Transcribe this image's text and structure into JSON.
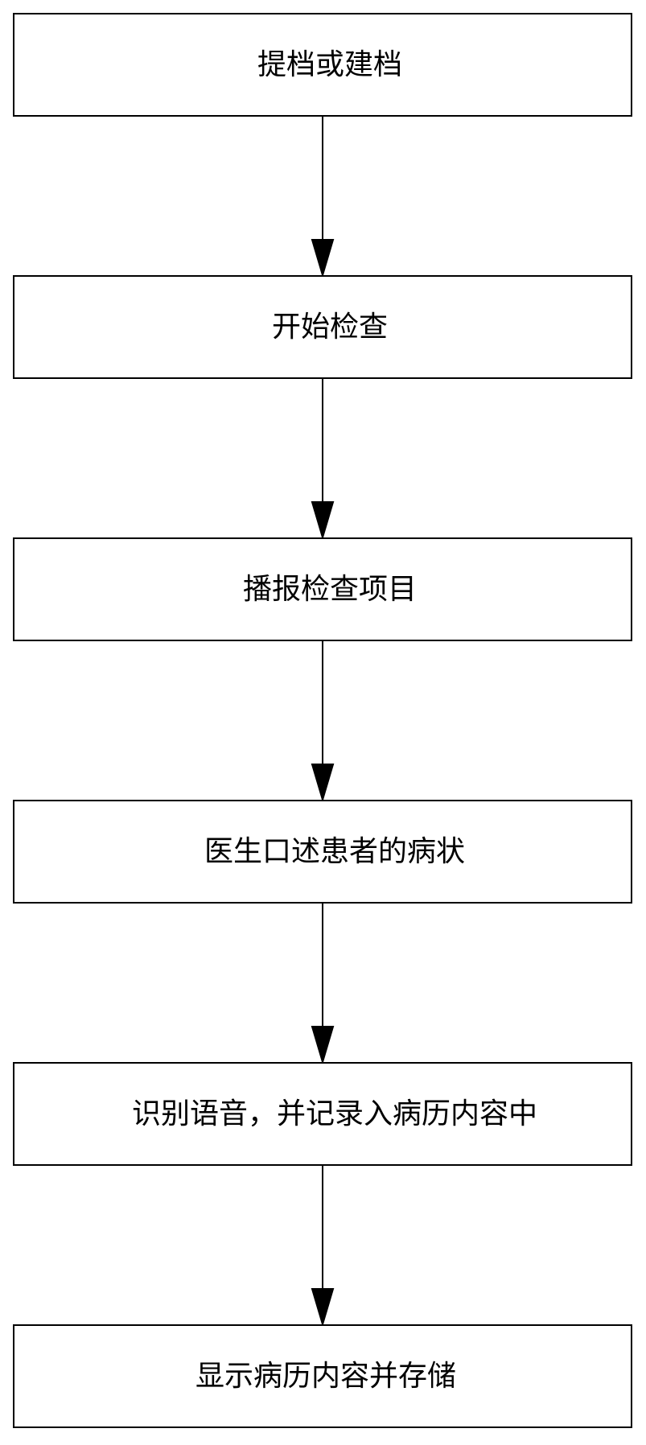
{
  "flowchart": {
    "steps": [
      "提档或建档",
      "开始检查",
      "播报检查项目",
      "医生口述患者的病状",
      "识别语音，并记录入病历内容中",
      "显示病历内容并存储"
    ],
    "colors": {
      "stroke": "#000000",
      "background": "#ffffff",
      "text": "#000000"
    }
  }
}
